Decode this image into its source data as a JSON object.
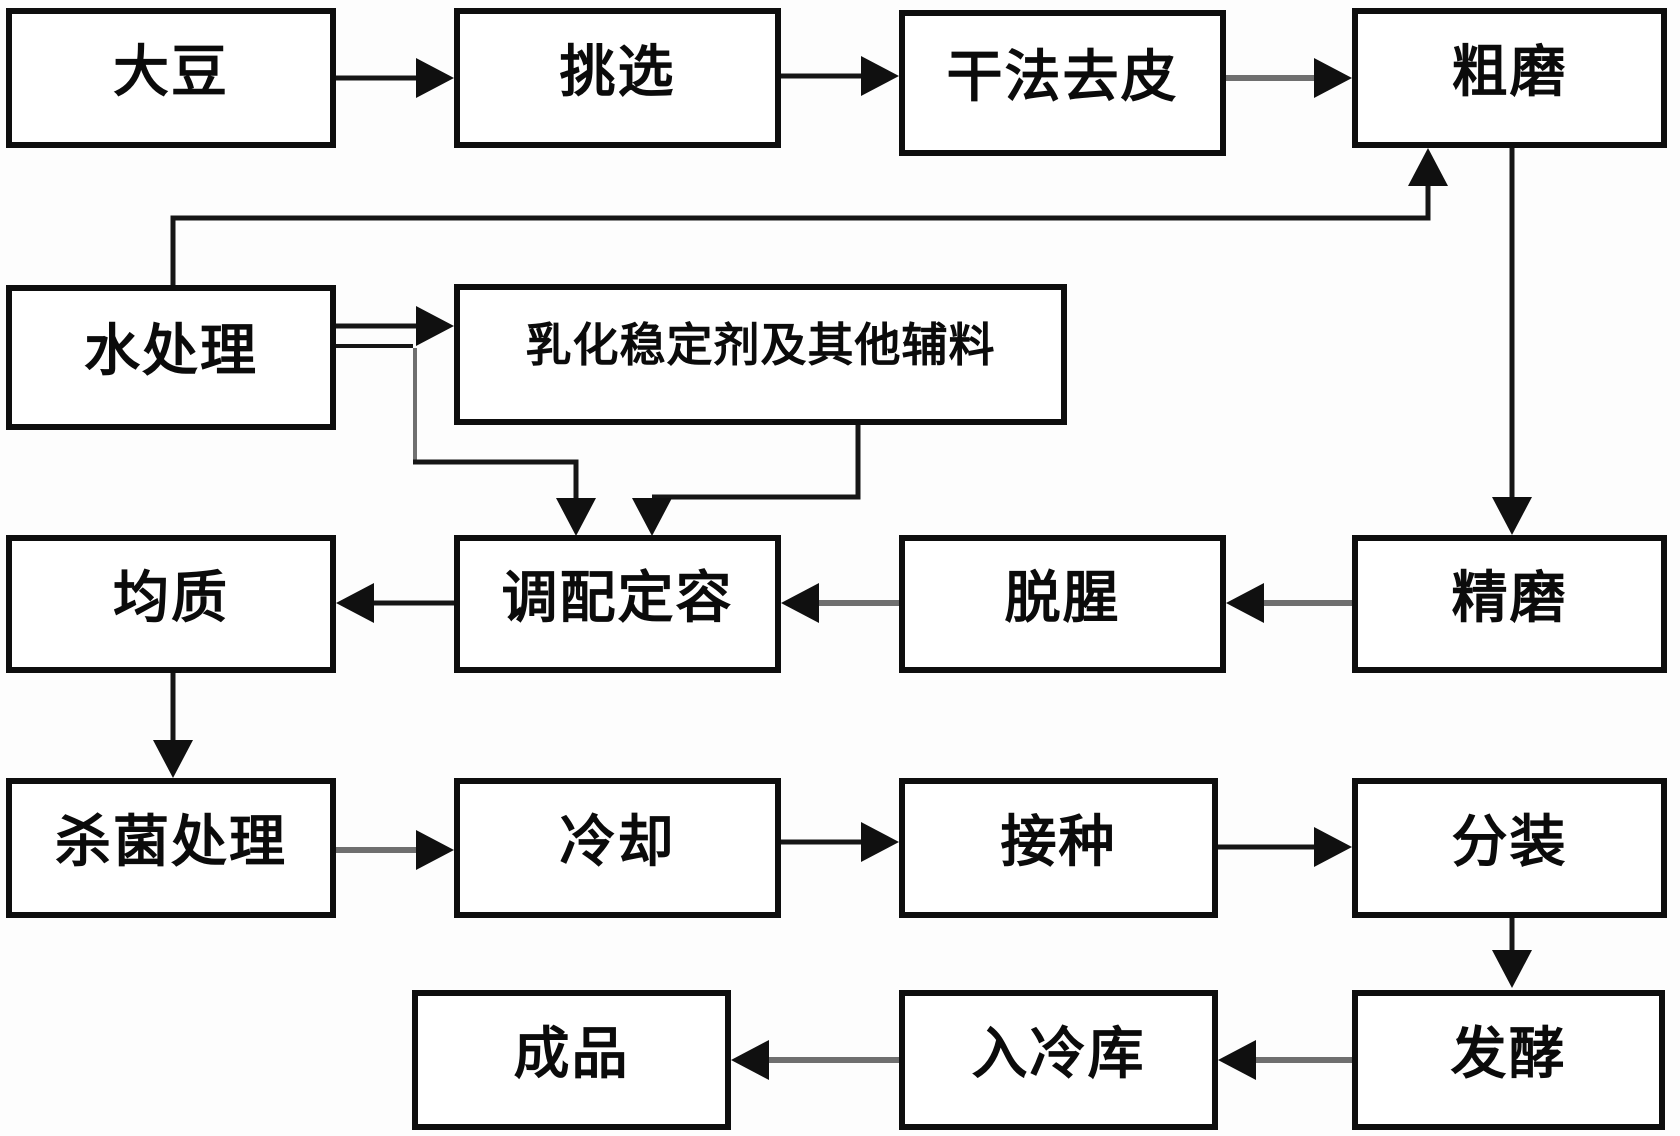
{
  "diagram": {
    "type": "flowchart",
    "nodes": {
      "soybean": {
        "label": "大豆"
      },
      "selection": {
        "label": "挑选"
      },
      "dry_peeling": {
        "label": "干法去皮"
      },
      "coarse_grinding": {
        "label": "粗磨"
      },
      "water_treatment": {
        "label": "水处理"
      },
      "emulsifier_and_auxiliary": {
        "label": "乳化稳定剂及其他辅料"
      },
      "homogenization": {
        "label": "均质"
      },
      "blending": {
        "label": "调配定容"
      },
      "deodorization": {
        "label": "脱腥"
      },
      "fine_grinding": {
        "label": "精磨"
      },
      "sterilization": {
        "label": "杀菌处理"
      },
      "cooling": {
        "label": "冷却"
      },
      "inoculation": {
        "label": "接种"
      },
      "filling": {
        "label": "分装"
      },
      "finished_product": {
        "label": "成品"
      },
      "cold_storage": {
        "label": "入冷库"
      },
      "fermentation": {
        "label": "发酵"
      }
    },
    "edges": [
      {
        "from": "soybean",
        "to": "selection"
      },
      {
        "from": "selection",
        "to": "dry_peeling"
      },
      {
        "from": "dry_peeling",
        "to": "coarse_grinding"
      },
      {
        "from": "water_treatment",
        "to": "coarse_grinding"
      },
      {
        "from": "coarse_grinding",
        "to": "fine_grinding"
      },
      {
        "from": "water_treatment",
        "to": "emulsifier_and_auxiliary"
      },
      {
        "from": "water_treatment",
        "to": "blending"
      },
      {
        "from": "emulsifier_and_auxiliary",
        "to": "blending"
      },
      {
        "from": "fine_grinding",
        "to": "deodorization"
      },
      {
        "from": "deodorization",
        "to": "blending"
      },
      {
        "from": "blending",
        "to": "homogenization"
      },
      {
        "from": "homogenization",
        "to": "sterilization"
      },
      {
        "from": "sterilization",
        "to": "cooling"
      },
      {
        "from": "cooling",
        "to": "inoculation"
      },
      {
        "from": "inoculation",
        "to": "filling"
      },
      {
        "from": "filling",
        "to": "fermentation"
      },
      {
        "from": "fermentation",
        "to": "cold_storage"
      },
      {
        "from": "cold_storage",
        "to": "finished_product"
      }
    ]
  }
}
